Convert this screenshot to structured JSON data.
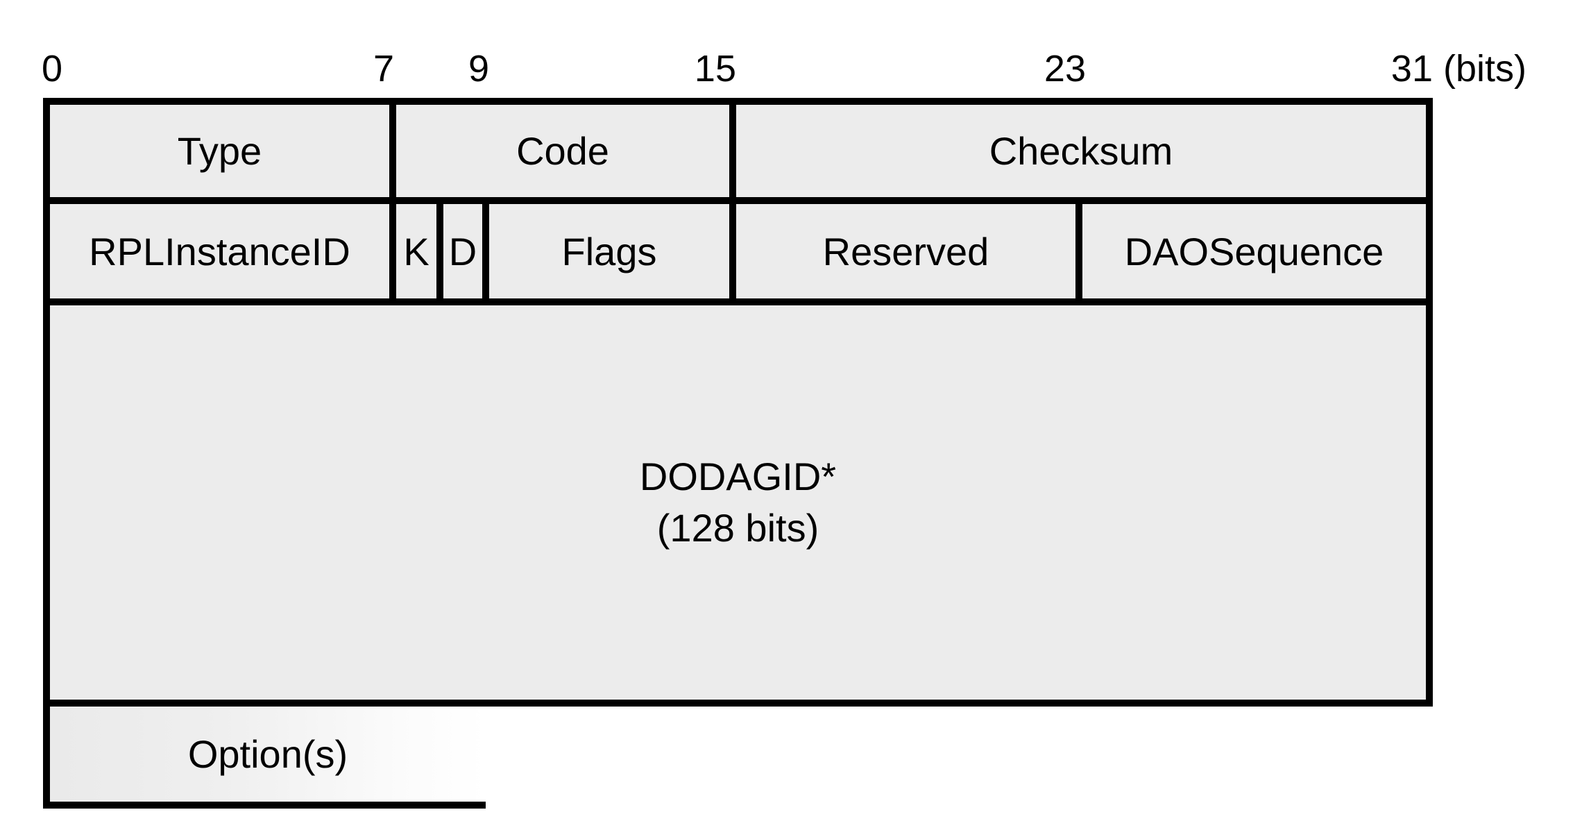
{
  "diagram": {
    "kind": "packet-header-format",
    "ruler": {
      "unit_suffix": "(bits)",
      "labels": {
        "b0": "0",
        "b7": "7",
        "b9": "9",
        "b15": "15",
        "b23": "23",
        "b31": "31"
      }
    },
    "row1": {
      "type": "Type",
      "code": "Code",
      "checksum": "Checksum"
    },
    "row2": {
      "rpl_instance_id": "RPLInstanceID",
      "k": "K",
      "d": "D",
      "flags": "Flags",
      "reserved": "Reserved",
      "dao_sequence": "DAOSequence"
    },
    "dodagid": {
      "line1": "DODAGID*",
      "line2": "(128 bits)"
    },
    "options": "Option(s)"
  },
  "colors": {
    "line": "#000000",
    "field_fill": "#ececec",
    "background": "#ffffff",
    "options_fade_start": "#eaeaea",
    "options_fade_end": "#ffffff"
  }
}
